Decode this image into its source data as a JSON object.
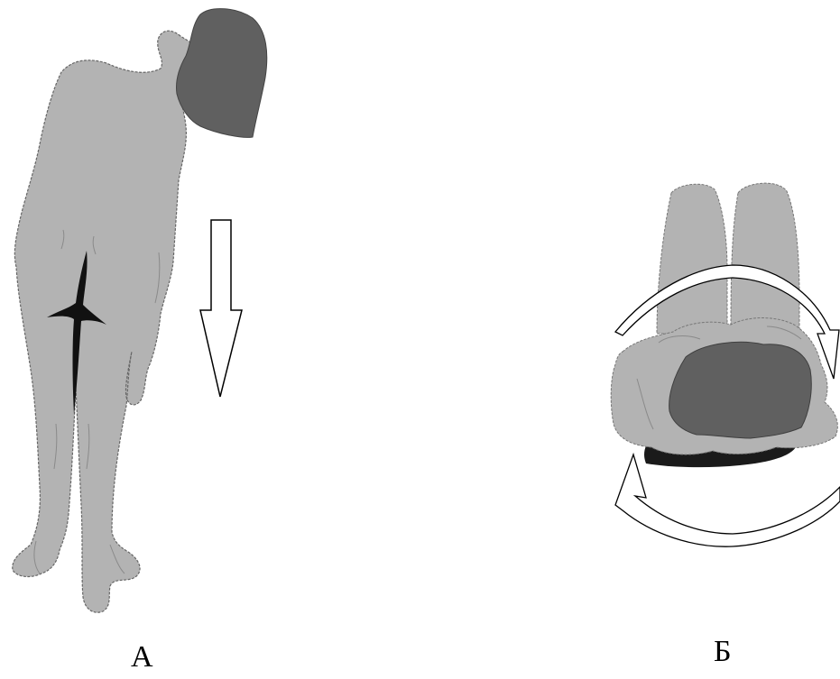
{
  "panels": [
    {
      "id": "A",
      "label": "А"
    },
    {
      "id": "B",
      "label": "Б"
    }
  ],
  "colors": {
    "body": "#b3b3b3",
    "hair": "#606060",
    "shadow": "#1a1a1a",
    "outline": "#555555",
    "arrow_fill": "#ffffff",
    "arrow_stroke": "#000000"
  },
  "icons": {
    "panel_a_arrow": "arrow-down-icon",
    "panel_b_arrows": "rotation-arrows-icon"
  }
}
